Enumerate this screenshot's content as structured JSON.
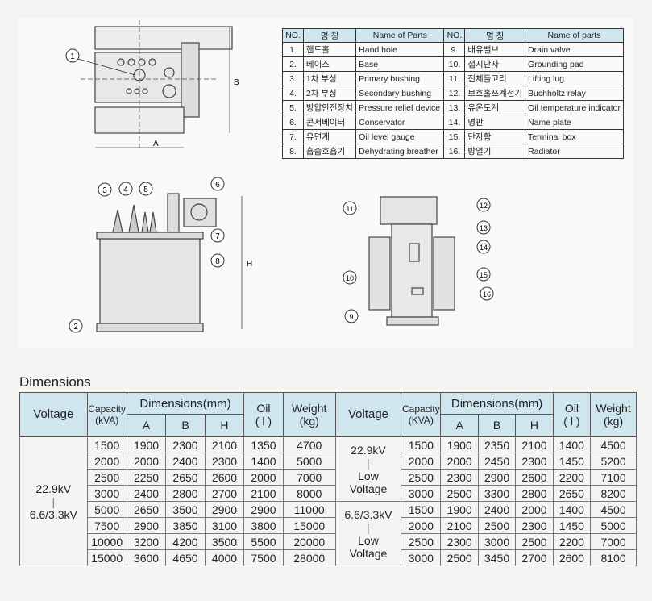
{
  "parts_table": {
    "headers": [
      "NO.",
      "명 칭",
      "Name of Parts",
      "NO.",
      "명 칭",
      "Name of parts"
    ],
    "rows": [
      [
        "1.",
        "핸드홀",
        "Hand hole",
        "9.",
        "배유밸브",
        "Drain valve"
      ],
      [
        "2.",
        "베이스",
        "Base",
        "10.",
        "접지단자",
        "Grounding pad"
      ],
      [
        "3.",
        "1차 부싱",
        "Primary  bushing",
        "11.",
        "전체들고리",
        "Lifting lug"
      ],
      [
        "4.",
        "2차 부싱",
        "Secondary  bushing",
        "12.",
        "브흐홀쯔계전기",
        "Buchholtz relay"
      ],
      [
        "5.",
        "방압안전장치",
        "Pressure relief device",
        "13.",
        "유온도계",
        "Oil temperature indicator"
      ],
      [
        "6.",
        "콘서베이터",
        "Conservator",
        "14.",
        "명판",
        "Name plate"
      ],
      [
        "7.",
        "유면계",
        "Oil level gauge",
        "15.",
        "단자함",
        "Terminal  box"
      ],
      [
        "8.",
        "흡습호흡기",
        "Dehydrating breather",
        "16.",
        "방열기",
        "Radiator"
      ]
    ]
  },
  "drawing_labels": {
    "dim_a": "A",
    "dim_b": "B",
    "dim_h": "H",
    "callouts": [
      "1",
      "2",
      "3",
      "4",
      "5",
      "6",
      "7",
      "8",
      "9",
      "10",
      "11",
      "12",
      "13",
      "14",
      "15",
      "16"
    ]
  },
  "dimensions": {
    "title": "Dimensions",
    "headers": {
      "voltage": "Voltage",
      "capacity": "Capacity",
      "capacity_unit": "(kVA)",
      "capacity_unit_right": "(KVA)",
      "dimensions": "Dimensions(mm)",
      "a": "A",
      "b": "B",
      "h": "H",
      "oil": "Oil",
      "oil_unit": "( l )",
      "weight": "Weight",
      "weight_unit": "(kg)"
    },
    "left_voltage": {
      "line1": "22.9kV",
      "sep": "|",
      "line2": "6.6/3.3kV"
    },
    "left_rows": [
      [
        "1500",
        "1900",
        "2300",
        "2100",
        "1350",
        "4700"
      ],
      [
        "2000",
        "2000",
        "2400",
        "2300",
        "1400",
        "5000"
      ],
      [
        "2500",
        "2250",
        "2650",
        "2600",
        "2000",
        "7000"
      ],
      [
        "3000",
        "2400",
        "2800",
        "2700",
        "2100",
        "8000"
      ],
      [
        "5000",
        "2650",
        "3500",
        "2900",
        "2900",
        "11000"
      ],
      [
        "7500",
        "2900",
        "3850",
        "3100",
        "3800",
        "15000"
      ],
      [
        "10000",
        "3200",
        "4200",
        "3500",
        "5500",
        "20000"
      ],
      [
        "15000",
        "3600",
        "4650",
        "4000",
        "7500",
        "28000"
      ]
    ],
    "right_voltage_1": {
      "line1": "22.9kV",
      "sep": "|",
      "line2": "Low",
      "line3": "Voltage"
    },
    "right_voltage_2": {
      "line1": "6.6/3.3kV",
      "sep": "|",
      "line2": "Low",
      "line3": "Voltage"
    },
    "right_rows": [
      [
        "1500",
        "1900",
        "2350",
        "2100",
        "1400",
        "4500"
      ],
      [
        "2000",
        "2000",
        "2450",
        "2300",
        "1450",
        "5200"
      ],
      [
        "2500",
        "2300",
        "2900",
        "2600",
        "2200",
        "7100"
      ],
      [
        "3000",
        "2500",
        "3300",
        "2800",
        "2650",
        "8200"
      ],
      [
        "1500",
        "1900",
        "2400",
        "2000",
        "1400",
        "4500"
      ],
      [
        "2000",
        "2100",
        "2500",
        "2300",
        "1450",
        "5000"
      ],
      [
        "2500",
        "2300",
        "3000",
        "2500",
        "2200",
        "7000"
      ],
      [
        "3000",
        "2500",
        "3450",
        "2700",
        "2600",
        "8100"
      ]
    ]
  }
}
